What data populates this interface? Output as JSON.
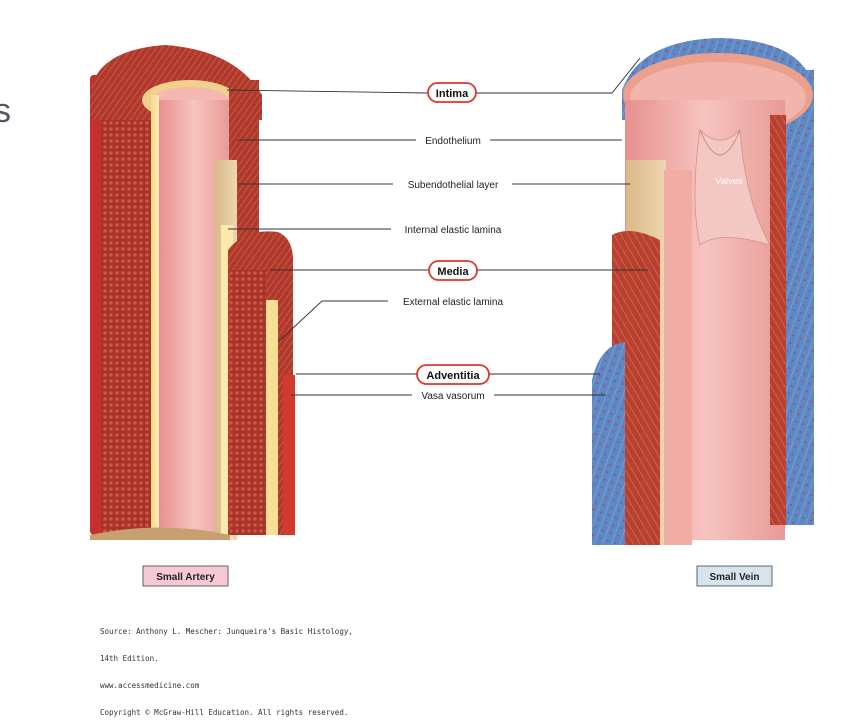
{
  "labels": {
    "intima": "Intima",
    "endothelium": "Endothelium",
    "subendothelial": "Subendothelial layer",
    "internal_elastic": "Internal elastic lamina",
    "media": "Media",
    "external_elastic": "External elastic lamina",
    "adventitia": "Adventitia",
    "vasa_vasorum": "Vasa vasorum",
    "valves": "Valves"
  },
  "vessels": {
    "artery": "Small Artery",
    "vein": "Small Vein"
  },
  "side_mark": "s",
  "source": {
    "line1": "Source: Anthony L. Mescher: Junqueira's Basic Histology,",
    "line2": "14th Edition.",
    "line3": "www.accessmedicine.com",
    "line4": "Copyright © McGraw-Hill Education. All rights reserved."
  },
  "colors": {
    "highlight_ring": "#e0352b",
    "artery_box": "#f6c9d4",
    "vein_box": "#d6e4ee",
    "muscle": "#b33a2e",
    "intima_pink": "#f0a5a0",
    "adventitia_blue": "#5b86c4"
  }
}
